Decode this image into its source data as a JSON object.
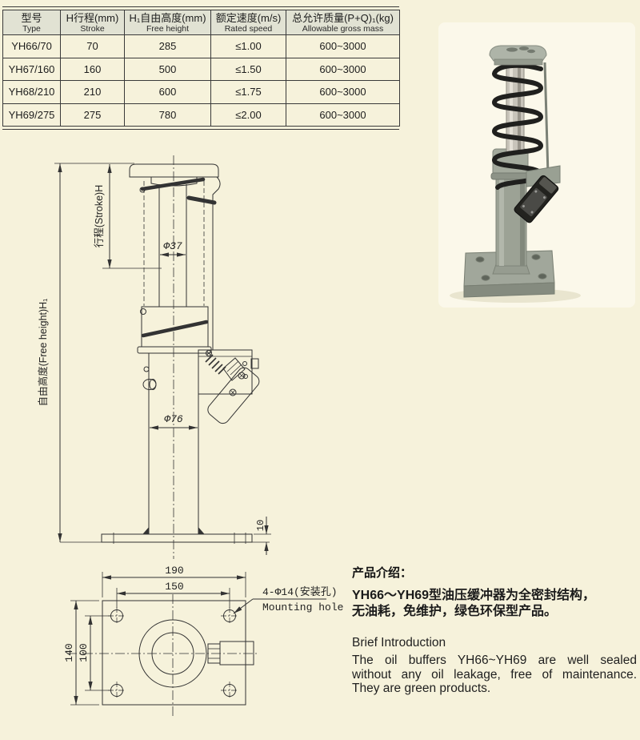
{
  "spec_table": {
    "headers": [
      {
        "zh": "型号",
        "en": "Type"
      },
      {
        "zh": "H行程(mm)",
        "en": "Stroke"
      },
      {
        "zh": "H₁自由高度(mm)",
        "en": "Free height"
      },
      {
        "zh": "额定速度(m/s)",
        "en": "Rated speed"
      },
      {
        "zh": "总允许质量(P+Q)₁(kg)",
        "en": "Allowable gross mass"
      }
    ],
    "rows": [
      [
        "YH66/70",
        "70",
        "285",
        "≤1.00",
        "600~3000"
      ],
      [
        "YH67/160",
        "160",
        "500",
        "≤1.50",
        "600~3000"
      ],
      [
        "YH68/210",
        "210",
        "600",
        "≤1.75",
        "600~3000"
      ],
      [
        "YH69/275",
        "275",
        "780",
        "≤2.00",
        "600~3000"
      ]
    ]
  },
  "main_drawing": {
    "free_height_label": "自由高度(Free height)H₁",
    "stroke_label": "行程(Stroke)H",
    "rod_diameter": "Φ37",
    "cylinder_diameter": "Φ76",
    "plate_thickness": "10"
  },
  "base_view": {
    "width_outer": "190",
    "width_holes": "150",
    "height_outer": "140",
    "height_holes": "100",
    "hole_callout_zh": "4-Φ14(安装孔)",
    "hole_callout_en": "Mounting hole"
  },
  "intro": {
    "zh_title": "产品介绍：",
    "zh_lines": [
      "YH66～YH69型油压缓冲器为全密封结构，",
      "无油耗，免维护，绿色环保型产品。"
    ],
    "en_title": "Brief Introduction",
    "en_lines": [
      "The oil buffers YH66~YH69 are well sealed",
      "without any oil leakage, free of maintenance.",
      "They are green products."
    ]
  },
  "colors": {
    "page_bg": "#f6f2db",
    "table_header_bg": "#e1e2d3",
    "line": "#333333",
    "product_gray": "#9ca295",
    "spring_black": "#20201e"
  }
}
